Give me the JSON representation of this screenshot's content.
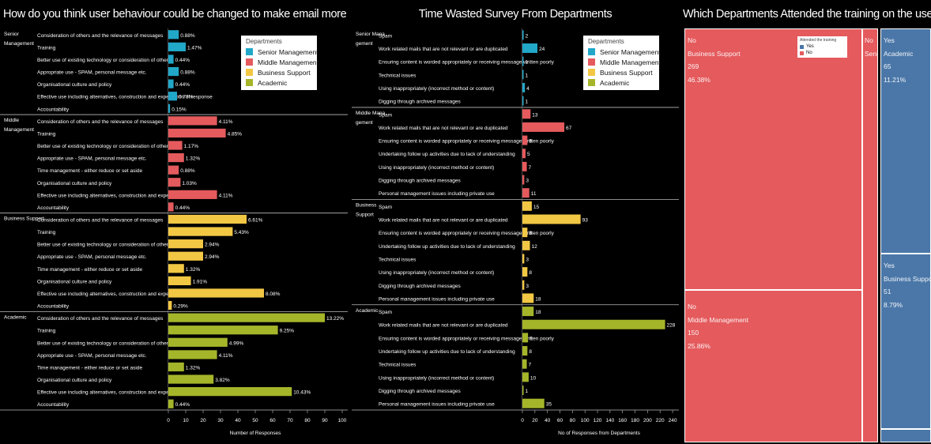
{
  "colors": {
    "Senior Management": "#21a7c8",
    "Middle Management": "#e45a5d",
    "Business Support": "#f2c744",
    "Academic": "#a5b529",
    "Yes": "#4a77a8",
    "No": "#e45a5d"
  },
  "chart_data": [
    {
      "type": "bar",
      "title": "How do you think user behaviour could be changed to make email more efficient?",
      "xlabel": "Number of Responses",
      "xlim": [
        0,
        100
      ],
      "xticks": [
        0,
        10,
        20,
        30,
        40,
        50,
        60,
        70,
        80,
        90,
        100
      ],
      "groups": [
        {
          "name": "Senior\nManagement",
          "items": [
            {
              "label": "Consideration of others and the relevance of messages",
              "value": 6,
              "pct": "0.88%"
            },
            {
              "label": "Training",
              "value": 10,
              "pct": "1.47%"
            },
            {
              "label": "Better use of existing technology or consideration of others",
              "value": 3,
              "pct": "0.44%"
            },
            {
              "label": "Appropriate use - SPAM, personal message etc.",
              "value": 6,
              "pct": "0.88%"
            },
            {
              "label": "Organisational culture and policy",
              "value": 3,
              "pct": "0.44%"
            },
            {
              "label": "Effective use including alternatives, construction and expectation of response",
              "value": 5,
              "pct": "0.73%"
            },
            {
              "label": "Accountability",
              "value": 1,
              "pct": "0.15%"
            }
          ]
        },
        {
          "name": "Middle\nManagement",
          "items": [
            {
              "label": "Consideration of others and the relevance of messages",
              "value": 28,
              "pct": "4.11%"
            },
            {
              "label": "Training",
              "value": 33,
              "pct": "4.85%"
            },
            {
              "label": "Better use of existing technology or consideration of others",
              "value": 8,
              "pct": "1.17%"
            },
            {
              "label": "Appropriate use - SPAM, personal message etc.",
              "value": 9,
              "pct": "1.32%"
            },
            {
              "label": "Time management - either reduce or set aside",
              "value": 6,
              "pct": "0.88%"
            },
            {
              "label": "Organisational culture and policy",
              "value": 7,
              "pct": "1.03%"
            },
            {
              "label": "Effective use including alternatives, construction and expectation of response",
              "value": 28,
              "pct": "4.11%"
            },
            {
              "label": "Accountability",
              "value": 3,
              "pct": "0.44%"
            }
          ]
        },
        {
          "name": "Business Support",
          "items": [
            {
              "label": "Consideration of others and the relevance of messages",
              "value": 45,
              "pct": "6.61%"
            },
            {
              "label": "Training",
              "value": 37,
              "pct": "5.43%"
            },
            {
              "label": "Better use of existing technology or consideration of others",
              "value": 20,
              "pct": "2.94%"
            },
            {
              "label": "Appropriate use - SPAM, personal message etc.",
              "value": 20,
              "pct": "2.94%"
            },
            {
              "label": "Time management - either reduce or set aside",
              "value": 9,
              "pct": "1.32%"
            },
            {
              "label": "Organisational culture and policy",
              "value": 13,
              "pct": "1.91%"
            },
            {
              "label": "Effective use including alternatives, construction and expectation of response",
              "value": 55,
              "pct": "8.08%"
            },
            {
              "label": "Accountability",
              "value": 2,
              "pct": "0.29%"
            }
          ]
        },
        {
          "name": "Academic",
          "items": [
            {
              "label": "Consideration of others and the relevance of messages",
              "value": 90,
              "pct": "13.22%"
            },
            {
              "label": "Training",
              "value": 63,
              "pct": "9.25%"
            },
            {
              "label": "Better use of existing technology or consideration of others",
              "value": 34,
              "pct": "4.99%"
            },
            {
              "label": "Appropriate use - SPAM, personal message etc.",
              "value": 28,
              "pct": "4.11%"
            },
            {
              "label": "Time management - either reduce or set aside",
              "value": 9,
              "pct": "1.32%"
            },
            {
              "label": "Organisational culture and policy",
              "value": 26,
              "pct": "3.82%"
            },
            {
              "label": "Effective use including alternatives, construction and expectation of response",
              "value": 71,
              "pct": "10.43%"
            },
            {
              "label": "Accountability",
              "value": 3,
              "pct": "0.44%"
            }
          ]
        }
      ],
      "legend": {
        "title": "Departments",
        "items": [
          "Senior Management",
          "Middle Management",
          "Business Support",
          "Academic"
        ],
        "placement": "top-right"
      }
    },
    {
      "type": "bar",
      "title": "Time Wasted Survey From Departments",
      "xlabel": "No of Responses from Departments",
      "xlim": [
        0,
        245
      ],
      "xticks": [
        0,
        20,
        40,
        60,
        80,
        100,
        120,
        140,
        160,
        180,
        200,
        220,
        240
      ],
      "groups": [
        {
          "name": "Senior Mana\ngement",
          "items": [
            {
              "label": "Spam",
              "value": 2
            },
            {
              "label": "Work related mails that are not relevant or are duplicated",
              "value": 24
            },
            {
              "label": "Ensuring content is worded appropriately or receiving message written poorly",
              "value": 1
            },
            {
              "label": "Technical issues",
              "value": 1
            },
            {
              "label": "Using inappropriately (incorrect method or content)",
              "value": 4
            },
            {
              "label": "Digging through archived messages",
              "value": 1
            }
          ]
        },
        {
          "name": "Middle Mana\ngement",
          "items": [
            {
              "label": "Spam",
              "value": 13
            },
            {
              "label": "Work related mails that are not relevant or are duplicated",
              "value": 67
            },
            {
              "label": "Ensuring content is worded appropriately or receiving message written poorly",
              "value": 8
            },
            {
              "label": "Undertaking follow up activities due to lack of understanding",
              "value": 5
            },
            {
              "label": "Using inappropriately (incorrect method or content)",
              "value": 7
            },
            {
              "label": "Digging through archived messages",
              "value": 3
            },
            {
              "label": "Personal management issues including private use",
              "value": 11
            }
          ]
        },
        {
          "name": "Business\nSupport",
          "items": [
            {
              "label": "Spam",
              "value": 15
            },
            {
              "label": "Work related mails that are not relevant or are duplicated",
              "value": 93
            },
            {
              "label": "Ensuring content is worded appropriately or receiving message written poorly",
              "value": 8
            },
            {
              "label": "Undertaking follow up activities due to lack of understanding",
              "value": 12
            },
            {
              "label": "Technical issues",
              "value": 3
            },
            {
              "label": "Using inappropriately (incorrect method or content)",
              "value": 8
            },
            {
              "label": "Digging through archived messages",
              "value": 3
            },
            {
              "label": "Personal management issues including private use",
              "value": 18
            }
          ]
        },
        {
          "name": "Academic",
          "items": [
            {
              "label": "Spam",
              "value": 18
            },
            {
              "label": "Work related mails that are not relevant or are duplicated",
              "value": 228
            },
            {
              "label": "Ensuring content is worded appropriately or receiving message written poorly",
              "value": 9
            },
            {
              "label": "Undertaking follow up activities due to lack of understanding",
              "value": 8
            },
            {
              "label": "Technical issues",
              "value": 7
            },
            {
              "label": "Using inappropriately (incorrect method or content)",
              "value": 10
            },
            {
              "label": "Digging through archived messages",
              "value": 1
            },
            {
              "label": "Personal management issues including private use",
              "value": 35
            }
          ]
        }
      ],
      "legend": {
        "title": "Departments",
        "items": [
          "Senior Management",
          "Middle Management",
          "Business Support",
          "Academic"
        ],
        "placement": "top-right"
      }
    },
    {
      "type": "treemap",
      "title": "Which Departments Attended the training on the use of email ?",
      "legend": {
        "title": "Attended the training",
        "items": [
          "Yes",
          "No"
        ],
        "placement": "top"
      },
      "tiles": [
        {
          "attended": "No",
          "department": "Business Support",
          "count": "269",
          "pct": "46.38%"
        },
        {
          "attended": "No",
          "department": "Middle Management",
          "count": "150",
          "pct": "25.86%"
        },
        {
          "attended": "No",
          "department": "Senior"
        },
        {
          "attended": "Yes",
          "department": "Academic",
          "count": "65",
          "pct": "11.21%"
        },
        {
          "attended": "Yes",
          "department": "Business Support",
          "count": "51",
          "pct": "8.79%"
        },
        {
          "attended": "Yes",
          "department": ""
        }
      ]
    }
  ]
}
